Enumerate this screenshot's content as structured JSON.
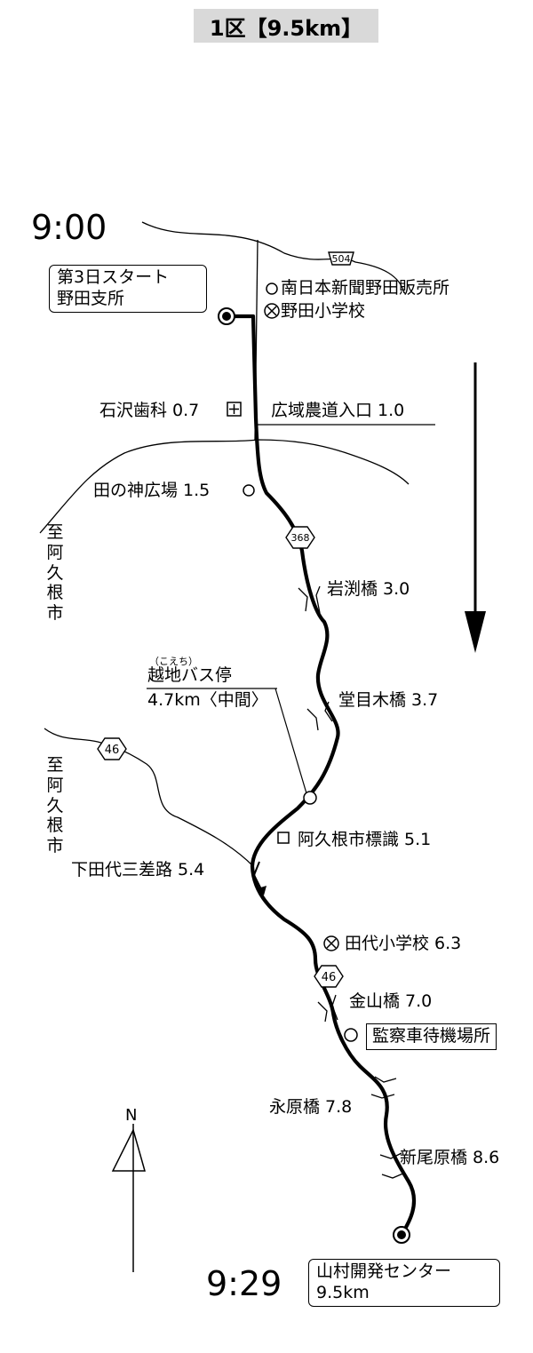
{
  "title": "1区【9.5km】",
  "times": {
    "start": "9:00",
    "end": "9:29"
  },
  "start_box": {
    "line1": "第3日スタート",
    "line2": "野田支所"
  },
  "end_box": {
    "line1": "山村開発センター",
    "line2": "9.5km"
  },
  "landmarks": [
    {
      "id": "minami",
      "label": "南日本新聞野田販売所"
    },
    {
      "id": "noda-school",
      "label": "野田小学校"
    },
    {
      "id": "ishizawa",
      "label": "石沢歯科 0.7"
    },
    {
      "id": "koiki",
      "label": "広域農道入口 1.0"
    },
    {
      "id": "tanokami",
      "label": "田の神広場 1.5"
    },
    {
      "id": "iwabuchi",
      "label": "岩渕橋 3.0"
    },
    {
      "id": "koshichi-furigana",
      "label": "（こえち）"
    },
    {
      "id": "koshichi",
      "label": "越地バス停"
    },
    {
      "id": "koshichi-mid",
      "label": "4.7km〈中間〉"
    },
    {
      "id": "domeki",
      "label": "堂目木橋 3.7"
    },
    {
      "id": "akune-sign",
      "label": "阿久根市標識 5.1"
    },
    {
      "id": "shimotashiro",
      "label": "下田代三差路 5.4"
    },
    {
      "id": "tashiro-school",
      "label": "田代小学校 6.3"
    },
    {
      "id": "kanayama",
      "label": "金山橋 7.0"
    },
    {
      "id": "kansatsu",
      "label": "監察車待機場所"
    },
    {
      "id": "nagahara",
      "label": "永原橋 7.8"
    },
    {
      "id": "shinobara",
      "label": "新尾原橋 8.6"
    }
  ],
  "directions": {
    "to_akune_1": "至阿久根市",
    "to_akune_2": "至阿久根市"
  },
  "route_shields": {
    "r504": "504",
    "r368": "368",
    "r46a": "46",
    "r46b": "46"
  },
  "compass": "N"
}
